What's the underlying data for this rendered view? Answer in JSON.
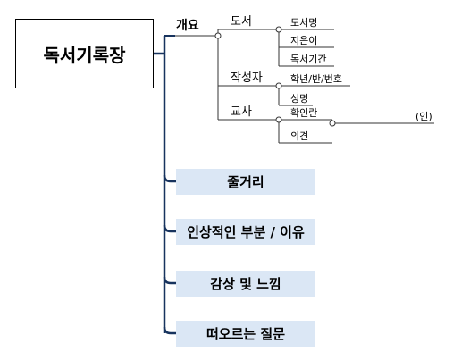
{
  "title": "독서기록장",
  "overview": {
    "label": "개요",
    "groups": [
      {
        "label": "도서",
        "items": [
          "도서명",
          "지은이",
          "독서기간"
        ]
      },
      {
        "label": "작성자",
        "items": [
          "학년/반/번호",
          "성명"
        ]
      },
      {
        "label": "교사",
        "items": [
          "확인란",
          "의견"
        ],
        "seal": "(인)"
      }
    ]
  },
  "branches": [
    "줄거리",
    "인상적인 부분 / 이유",
    "감상 및 느낌",
    "떠오르는 질문"
  ],
  "colors": {
    "line": "#17335e",
    "branch_fill": "#dbe7f5",
    "thin_line": "#333333"
  }
}
